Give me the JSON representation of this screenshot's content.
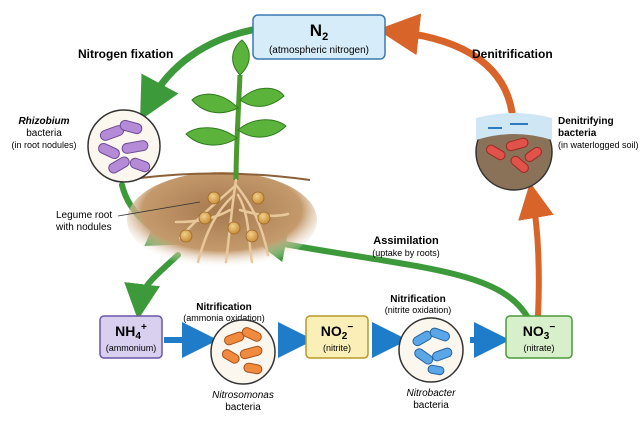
{
  "n2": {
    "formula": "N",
    "subscript": "2",
    "label": "(atmospheric nitrogen)"
  },
  "nitrogen_fixation": "Nitrogen fixation",
  "denitrification": "Denitrification",
  "rhizobium": {
    "name": "Rhizobium",
    "line1_rest": " bacteria",
    "line2": "(in root nodules)"
  },
  "denitrifying": {
    "line1": "Denitrifying",
    "line2": "bacteria",
    "line3": "(in waterlogged soil)"
  },
  "legume": {
    "line1": "Legume root",
    "line2": "with nodules"
  },
  "assimilation": {
    "title": "Assimilation",
    "subtitle": "(uptake by roots)"
  },
  "nh4": {
    "formula": "NH",
    "sub": "4",
    "sup": "+",
    "label": "(ammonium)"
  },
  "nitrification1": {
    "title": "Nitrification",
    "subtitle": "(ammonia oxidation)"
  },
  "no2": {
    "formula": "NO",
    "sub": "2",
    "sup": "−",
    "label": "(nitrite)"
  },
  "nitrification2": {
    "title": "Nitrification",
    "subtitle": "(nitrite oxidation)"
  },
  "no3": {
    "formula": "NO",
    "sub": "3",
    "sup": "−",
    "label": "(nitrate)"
  },
  "nitrosomonas": {
    "name": "Nitrosomonas",
    "line2": "bacteria"
  },
  "nitrobacter": {
    "name": "Nitrobacter",
    "line2": "bacteria"
  },
  "colors": {
    "green_arrow": "#3d9a3a",
    "orange_arrow": "#d9642a",
    "blue_arrow": "#1f7cc8",
    "n2_box": "#d6ecf8",
    "nh4_box": "#d9d0f0",
    "no2_box": "#fbefb8",
    "no3_box": "#d8efcc"
  }
}
